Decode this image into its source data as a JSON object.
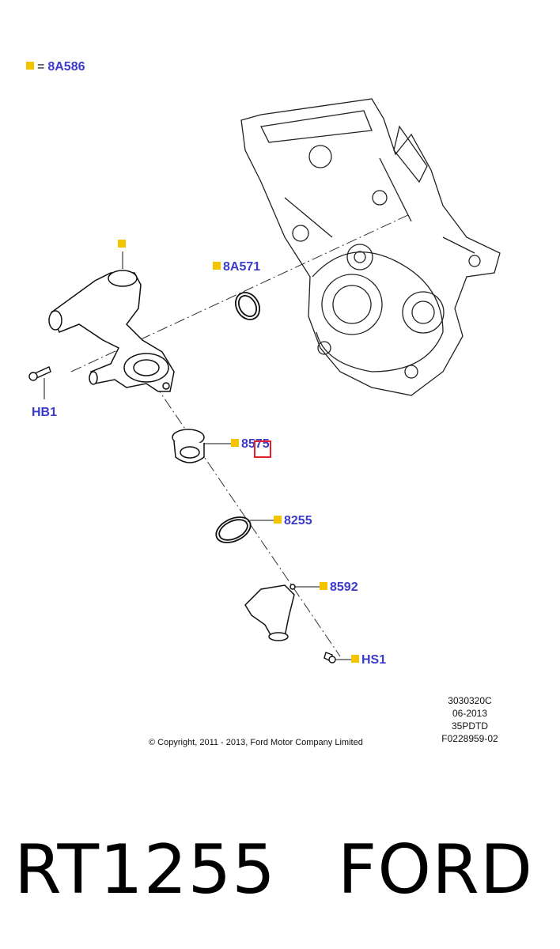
{
  "legend": {
    "equals": "=",
    "code": "8A586"
  },
  "callouts": {
    "housing_marker": "",
    "seal": "8A571",
    "bolt_left": "HB1",
    "thermostat": "8575",
    "gasket": "8255",
    "outlet": "8592",
    "bolt_bottom": "HS1"
  },
  "meta": {
    "line1": "3030320C",
    "line2": "06-2013",
    "line3": "35PDTD",
    "line4": "F0228959-02"
  },
  "copyright": "© Copyright, 2011 - 2013, Ford Motor Company Limited",
  "footer": {
    "part": "RT1255",
    "brand": "FORD"
  },
  "colors": {
    "marker": "#f5c400",
    "callout_text": "#3b3bc9",
    "highlight": "#e5202a"
  }
}
